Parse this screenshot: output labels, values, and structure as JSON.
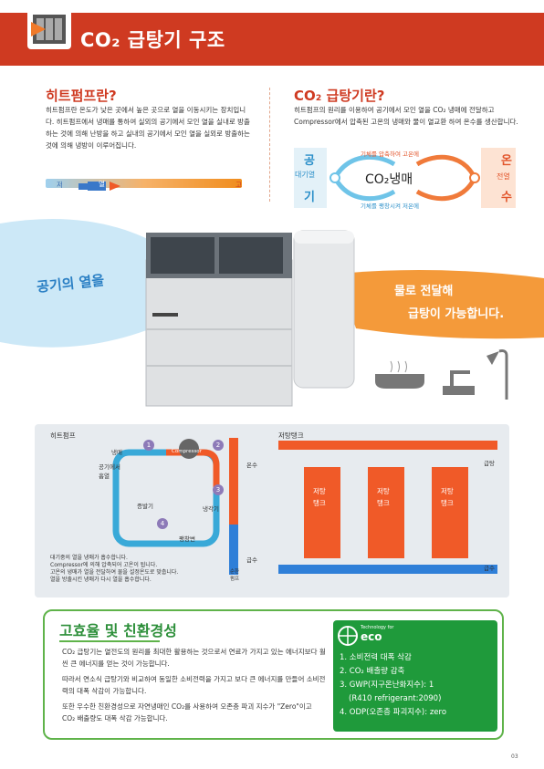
{
  "header": {
    "title": "CO₂ 급탕기 구조"
  },
  "heatpump_section": {
    "title": "히트펌프란?",
    "body": "히트펌프란 온도가 낮은 곳에서 높은 곳으로 열을 이동시키는 장치입니다. 히트펌프에서 냉매를 통하여 실외의 공기에서 모인 열을 실내로 방출하는 것에 의해 난방을 하고 실내의 공기에서 모인 열을 실외로 방출하는 것에 의해 냉방이 이루어집니다.",
    "bar_low": "저",
    "bar_heat": "열",
    "bar_high": "고"
  },
  "co2_section": {
    "title": "CO₂ 급탕기란?",
    "body": "히트펌프의 원리를 이용하여 공기에서 모인 열을 CO₂ 냉매에 전달하고 Compressor에서 압축된 고온의 냉매와 물이 열교환 하여 온수를 생산합니다.",
    "left_top": "공",
    "left_mid": "대기열",
    "left_bottom": "기",
    "right_top": "온",
    "right_mid": "전열",
    "right_bottom": "수",
    "center": "CO₂냉매",
    "arc_top": "기체를 압축하여 고온에",
    "arc_bottom": "기체를 팽창시켜 저온에"
  },
  "callouts": {
    "air_heat": "공기의 열을",
    "water_line1": "물로 전달해",
    "water_line2": "급탕이 가능합니다."
  },
  "diagram": {
    "heatpump_label": "히트펌프",
    "tank_section_label": "저탕탱크",
    "refrigerant": "냉매",
    "air_absorb": "공기에서\n흡열",
    "compressor": "Compressor",
    "evaporator": "증발기",
    "condenser": "냉각기",
    "expansion": "팽창변",
    "hot_water": "온수",
    "supply_water": "급수",
    "pump": "순환\n펌프",
    "hot_supply": "급탕",
    "cold_supply": "급수",
    "tank_labels": [
      "저탕탱크",
      "저탕탱크",
      "저탕탱크"
    ],
    "steps": [
      "1",
      "2",
      "3",
      "4"
    ],
    "legend": [
      "대기중의 열을 냉매가 흡수합니다.",
      "Compressor에 의해 압축되어 고온이 됩니다.",
      "고온의 냉매가 열을 전달하여 물을 설정온도로 맞춥니다.",
      "열을 방출시킨 냉매가 다시 열을 흡수합니다."
    ]
  },
  "eco": {
    "title": "고효율 및 친환경성",
    "paragraphs": [
      "CO₂ 급탕기는 열전도의 원리를 최대한 활용하는 것으로서 연료가 가지고 있는 에너지보다 훨씬 큰 에너지를 얻는 것이 가능합니다.",
      "따라서 연소식 급탕기와 비교하여 동일한 소비전력을 가지고 보다 큰 에너지를 만들어 소비전력의 대폭 삭감이 가능합니다.",
      "또한 우수한 친환경성으로 자연냉매인 CO₂를 사용하여 오존층 파괴 지수가 \"Zero\"이고 CO₂ 배출량도 대폭 삭감 가능합니다."
    ],
    "badge_small": "Technology for",
    "badge_big": "eco",
    "items": [
      "1. 소비전력 대폭 삭감",
      "2. CO₂ 배출량 감축",
      "3. GWP(지구온난화지수): 1",
      "(R410 refrigerant:2090)",
      "4. ODP(오존층 파괴지수): zero"
    ]
  },
  "page_number": "03",
  "colors": {
    "accent": "#cf3a21",
    "eco_green": "#1f9a3b",
    "hot": "#f05a28",
    "cold": "#2f7fd8"
  }
}
